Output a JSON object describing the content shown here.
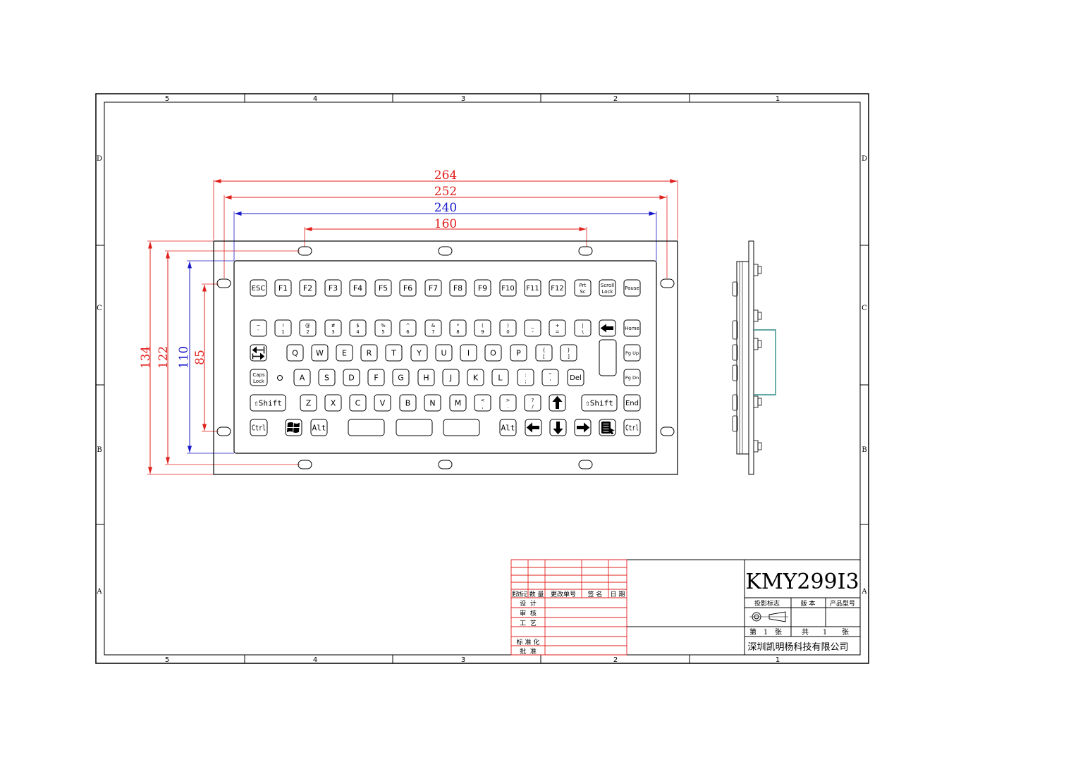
{
  "frame": {
    "col_labels": [
      "5",
      "4",
      "3",
      "2",
      "1"
    ],
    "row_labels": [
      "D",
      "C",
      "B",
      "A"
    ]
  },
  "dimensions": {
    "width_overall": "264",
    "width_mount": "252",
    "width_panel": "240",
    "width_top_holes": "160",
    "height_overall": "134",
    "height_mount": "122",
    "height_panel": "110",
    "height_holes": "85"
  },
  "keyboard": {
    "rows": [
      [
        {
          "top": "ESC",
          "bottom": ""
        },
        {
          "top": "F1",
          "bottom": ""
        },
        {
          "top": "F2",
          "bottom": ""
        },
        {
          "top": "F3",
          "bottom": ""
        },
        {
          "top": "F4",
          "bottom": ""
        },
        {
          "top": "F5",
          "bottom": ""
        },
        {
          "top": "F6",
          "bottom": ""
        },
        {
          "top": "F7",
          "bottom": ""
        },
        {
          "top": "F8",
          "bottom": ""
        },
        {
          "top": "F9",
          "bottom": ""
        },
        {
          "top": "F10",
          "bottom": ""
        },
        {
          "top": "F11",
          "bottom": ""
        },
        {
          "top": "F12",
          "bottom": ""
        },
        {
          "top": "Prt",
          "bottom": "Sc"
        },
        {
          "top": "Scroll",
          "bottom": "Lock"
        },
        {
          "top": "Pause",
          "bottom": ""
        }
      ],
      [
        {
          "top": "~",
          "bottom": "`"
        },
        {
          "top": "!",
          "bottom": "1"
        },
        {
          "top": "@",
          "bottom": "2"
        },
        {
          "top": "#",
          "bottom": "3"
        },
        {
          "top": "$",
          "bottom": "4"
        },
        {
          "top": "%",
          "bottom": "5"
        },
        {
          "top": "^",
          "bottom": "6"
        },
        {
          "top": "&",
          "bottom": "7"
        },
        {
          "top": "*",
          "bottom": "8"
        },
        {
          "top": "(",
          "bottom": "9"
        },
        {
          "top": ")",
          "bottom": "0"
        },
        {
          "top": "_",
          "bottom": "-"
        },
        {
          "top": "+",
          "bottom": "="
        },
        {
          "top": "|",
          "bottom": "\\"
        },
        {
          "top": "",
          "bottom": "",
          "icon": "backspace-arrow-icon"
        },
        {
          "top": "Home",
          "bottom": ""
        }
      ],
      [
        {
          "top": "",
          "bottom": "",
          "icon": "tab-icon"
        },
        {
          "top": "Q",
          "bottom": ""
        },
        {
          "top": "W",
          "bottom": ""
        },
        {
          "top": "E",
          "bottom": ""
        },
        {
          "top": "R",
          "bottom": ""
        },
        {
          "top": "T",
          "bottom": ""
        },
        {
          "top": "Y",
          "bottom": ""
        },
        {
          "top": "U",
          "bottom": ""
        },
        {
          "top": "I",
          "bottom": ""
        },
        {
          "top": "O",
          "bottom": ""
        },
        {
          "top": "P",
          "bottom": ""
        },
        {
          "top": "{",
          "bottom": "["
        },
        {
          "top": "}",
          "bottom": "]"
        },
        {
          "top": "",
          "bottom": "",
          "icon": "enter-key"
        },
        {
          "top": "Pg Up",
          "bottom": ""
        }
      ],
      [
        {
          "top": "Caps",
          "bottom": "Lock"
        },
        {
          "top": "",
          "bottom": "",
          "icon": "caps-led-icon"
        },
        {
          "top": "A",
          "bottom": ""
        },
        {
          "top": "S",
          "bottom": ""
        },
        {
          "top": "D",
          "bottom": ""
        },
        {
          "top": "F",
          "bottom": ""
        },
        {
          "top": "G",
          "bottom": ""
        },
        {
          "top": "H",
          "bottom": ""
        },
        {
          "top": "J",
          "bottom": ""
        },
        {
          "top": "K",
          "bottom": ""
        },
        {
          "top": "L",
          "bottom": ""
        },
        {
          "top": ":",
          "bottom": ";"
        },
        {
          "top": "\"",
          "bottom": "'"
        },
        {
          "top": "Del",
          "bottom": ""
        },
        {
          "top": "Pg Dn",
          "bottom": ""
        }
      ],
      [
        {
          "top": "⇧Shift",
          "bottom": ""
        },
        {
          "top": "Z",
          "bottom": ""
        },
        {
          "top": "X",
          "bottom": ""
        },
        {
          "top": "C",
          "bottom": ""
        },
        {
          "top": "V",
          "bottom": ""
        },
        {
          "top": "B",
          "bottom": ""
        },
        {
          "top": "N",
          "bottom": ""
        },
        {
          "top": "M",
          "bottom": ""
        },
        {
          "top": "<",
          "bottom": ","
        },
        {
          "top": ">",
          "bottom": "."
        },
        {
          "top": "?",
          "bottom": "/"
        },
        {
          "top": "",
          "bottom": "",
          "icon": "up-arrow-icon"
        },
        {
          "top": "⇧Shift",
          "bottom": ""
        },
        {
          "top": "End",
          "bottom": ""
        }
      ],
      [
        {
          "top": "Ctrl",
          "bottom": ""
        },
        {
          "top": "",
          "bottom": "",
          "icon": "windows-logo-icon"
        },
        {
          "top": "Alt",
          "bottom": ""
        },
        {
          "top": "",
          "bottom": "",
          "icon": "space-segment"
        },
        {
          "top": "",
          "bottom": "",
          "icon": "space-segment"
        },
        {
          "top": "",
          "bottom": "",
          "icon": "space-segment"
        },
        {
          "top": "Alt",
          "bottom": ""
        },
        {
          "top": "",
          "bottom": "",
          "icon": "left-arrow-icon"
        },
        {
          "top": "",
          "bottom": "",
          "icon": "down-arrow-icon"
        },
        {
          "top": "",
          "bottom": "",
          "icon": "right-arrow-icon"
        },
        {
          "top": "",
          "bottom": "",
          "icon": "menu-key-icon"
        },
        {
          "top": "Ctrl",
          "bottom": ""
        }
      ]
    ]
  },
  "title_block": {
    "model": "KMY299I3",
    "revision_headers": [
      "更改标记",
      "数 量",
      "更改单号",
      "签 名",
      "日 期"
    ],
    "sign_labels": [
      "设  计",
      "审  核",
      "工  艺",
      "标 准 化",
      "批  准"
    ],
    "projection_label": "投影标志",
    "version_label": "版 本",
    "product_label": "产品型号",
    "sheet_no_label": "第",
    "sheet_no": "1",
    "sheet_unit": "张",
    "total_label": "共",
    "total_sheets": "1",
    "total_unit": "张",
    "company": "深圳凯明杨科技有限公司"
  },
  "colors": {
    "line": "#000000",
    "dim_red": "#e0201c",
    "dim_blue": "#1a1ac8",
    "pcb_teal": "#2e8b84"
  }
}
